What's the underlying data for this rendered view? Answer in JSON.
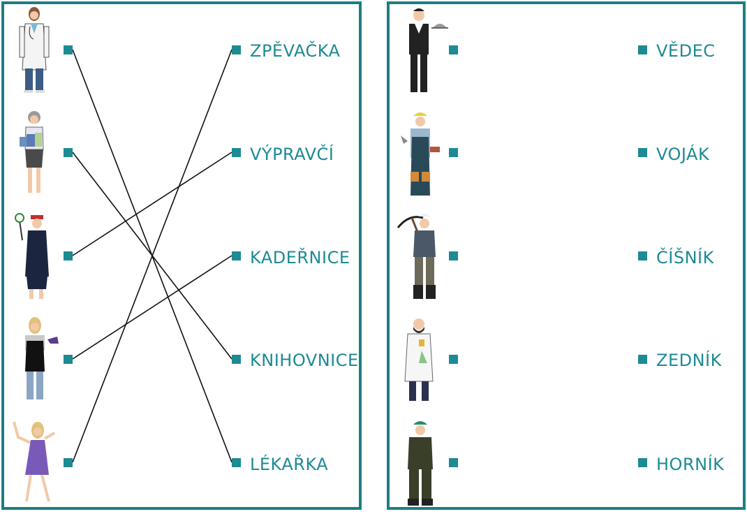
{
  "left_exercise": {
    "people": [
      {
        "icon": "doctor-woman-icon"
      },
      {
        "icon": "librarian-woman-icon"
      },
      {
        "icon": "train-dispatcher-woman-icon"
      },
      {
        "icon": "hairdresser-woman-icon"
      },
      {
        "icon": "singer-woman-icon"
      }
    ],
    "words": [
      "ZPĚVAČKA",
      "VÝPRAVČÍ",
      "KADEŘNICE",
      "KNIHOVNICE",
      "LÉKAŘKA"
    ],
    "connections": [
      {
        "from_person": 1,
        "to_word": 5
      },
      {
        "from_person": 2,
        "to_word": 4
      },
      {
        "from_person": 3,
        "to_word": 2
      },
      {
        "from_person": 4,
        "to_word": 3
      },
      {
        "from_person": 5,
        "to_word": 1
      }
    ]
  },
  "right_exercise": {
    "people": [
      {
        "icon": "waiter-icon"
      },
      {
        "icon": "bricklayer-icon"
      },
      {
        "icon": "miner-icon"
      },
      {
        "icon": "scientist-icon"
      },
      {
        "icon": "soldier-icon"
      }
    ],
    "words": [
      "VĚDEC",
      "VOJÁK",
      "ČÍŠNÍK",
      "ZEDNÍK",
      "HORNÍK"
    ]
  },
  "colors": {
    "accent": "#1d8a94",
    "border": "#1d7d85",
    "line": "#111111"
  }
}
